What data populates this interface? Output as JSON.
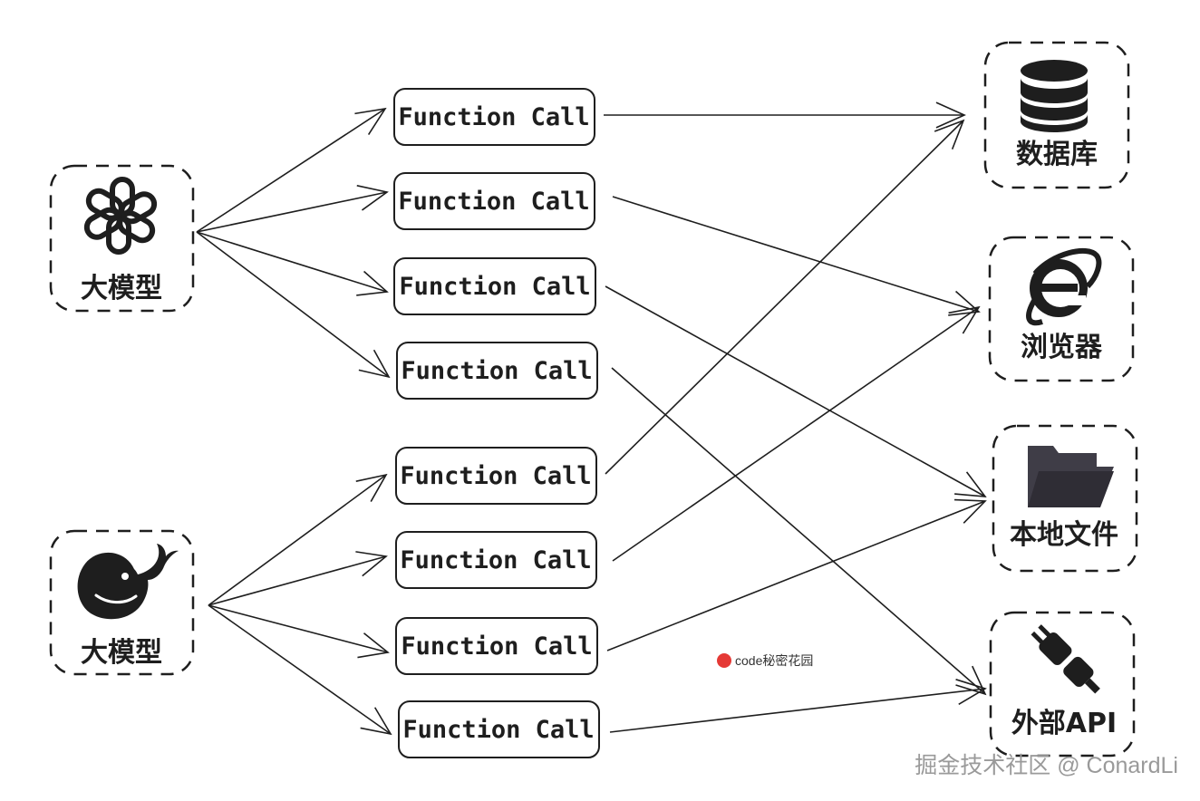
{
  "models": [
    {
      "label": "大模型",
      "icon": "openai-logo-icon"
    },
    {
      "label": "大模型",
      "icon": "deepseek-whale-icon"
    }
  ],
  "function_calls": [
    {
      "label": "Function Call"
    },
    {
      "label": "Function Call"
    },
    {
      "label": "Function Call"
    },
    {
      "label": "Function Call"
    },
    {
      "label": "Function Call"
    },
    {
      "label": "Function Call"
    },
    {
      "label": "Function Call"
    },
    {
      "label": "Function Call"
    }
  ],
  "targets": [
    {
      "label": "数据库",
      "icon": "database-icon"
    },
    {
      "label": "浏览器",
      "icon": "browser-ie-icon"
    },
    {
      "label": "本地文件",
      "icon": "folder-icon"
    },
    {
      "label": "外部API",
      "icon": "plug-icon"
    }
  ],
  "routes": [
    {
      "from": 0,
      "to": 0
    },
    {
      "from": 1,
      "to": 1
    },
    {
      "from": 2,
      "to": 2
    },
    {
      "from": 3,
      "to": 3
    },
    {
      "from": 4,
      "to": 0
    },
    {
      "from": 5,
      "to": 1
    },
    {
      "from": 6,
      "to": 2
    },
    {
      "from": 7,
      "to": 3
    }
  ],
  "watermark": "code秘密花园",
  "footer": "掘金技术社区 @ ConardLi"
}
